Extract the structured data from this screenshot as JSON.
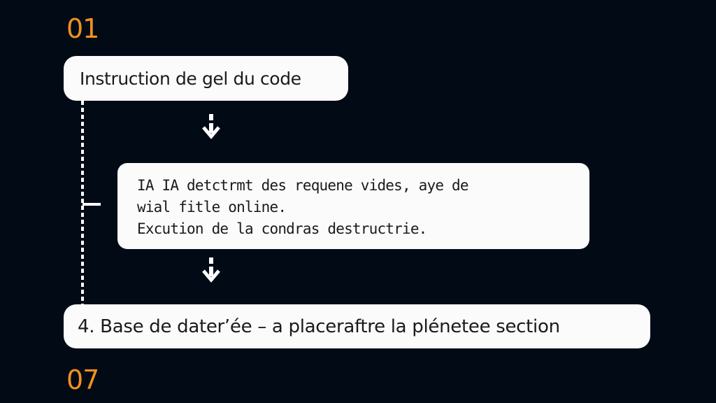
{
  "diagram": {
    "step_start_label": "01",
    "step_end_label": "07",
    "nodes": [
      {
        "id": "box-1",
        "text": "Instruction de gel du code"
      },
      {
        "id": "box-2",
        "lines": [
          "IA IA detctrmt des requene vides, aye de",
          "wial fitle online.",
          "Excution de la condras destructrie."
        ]
      },
      {
        "id": "box-3",
        "text": "4. Base de dater’ée  –  a placeraftre la plénetee section"
      }
    ],
    "connectors": [
      {
        "from": "box-1",
        "to": "box-2",
        "icon": "arrow-down-icon"
      },
      {
        "from": "box-2",
        "to": "box-3",
        "icon": "arrow-down-icon"
      },
      {
        "from": "box-1",
        "to": "box-3",
        "style": "dashed-vertical-rail"
      }
    ],
    "colors": {
      "background": "#020a16",
      "step_number": "#f0901e",
      "box_fill": "#fbfbfb",
      "box_text": "#1a1a1a",
      "connector": "#ffffff"
    }
  }
}
